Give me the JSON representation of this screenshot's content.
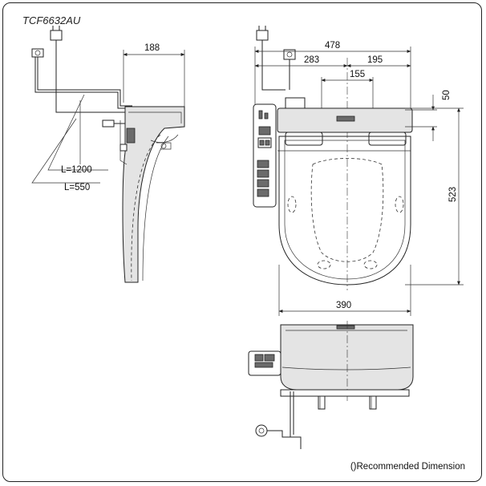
{
  "model": "TCF6632AU",
  "note": "()Recommended Dimension",
  "dimensions": {
    "side_depth": "188",
    "total_width": "478",
    "left_offset": "283",
    "right_offset": "195",
    "bolt_spacing": "155",
    "top_offset": "50",
    "seat_length": "523",
    "seat_width": "390",
    "cord_length": "L=1200",
    "hose_length": "L=550"
  }
}
